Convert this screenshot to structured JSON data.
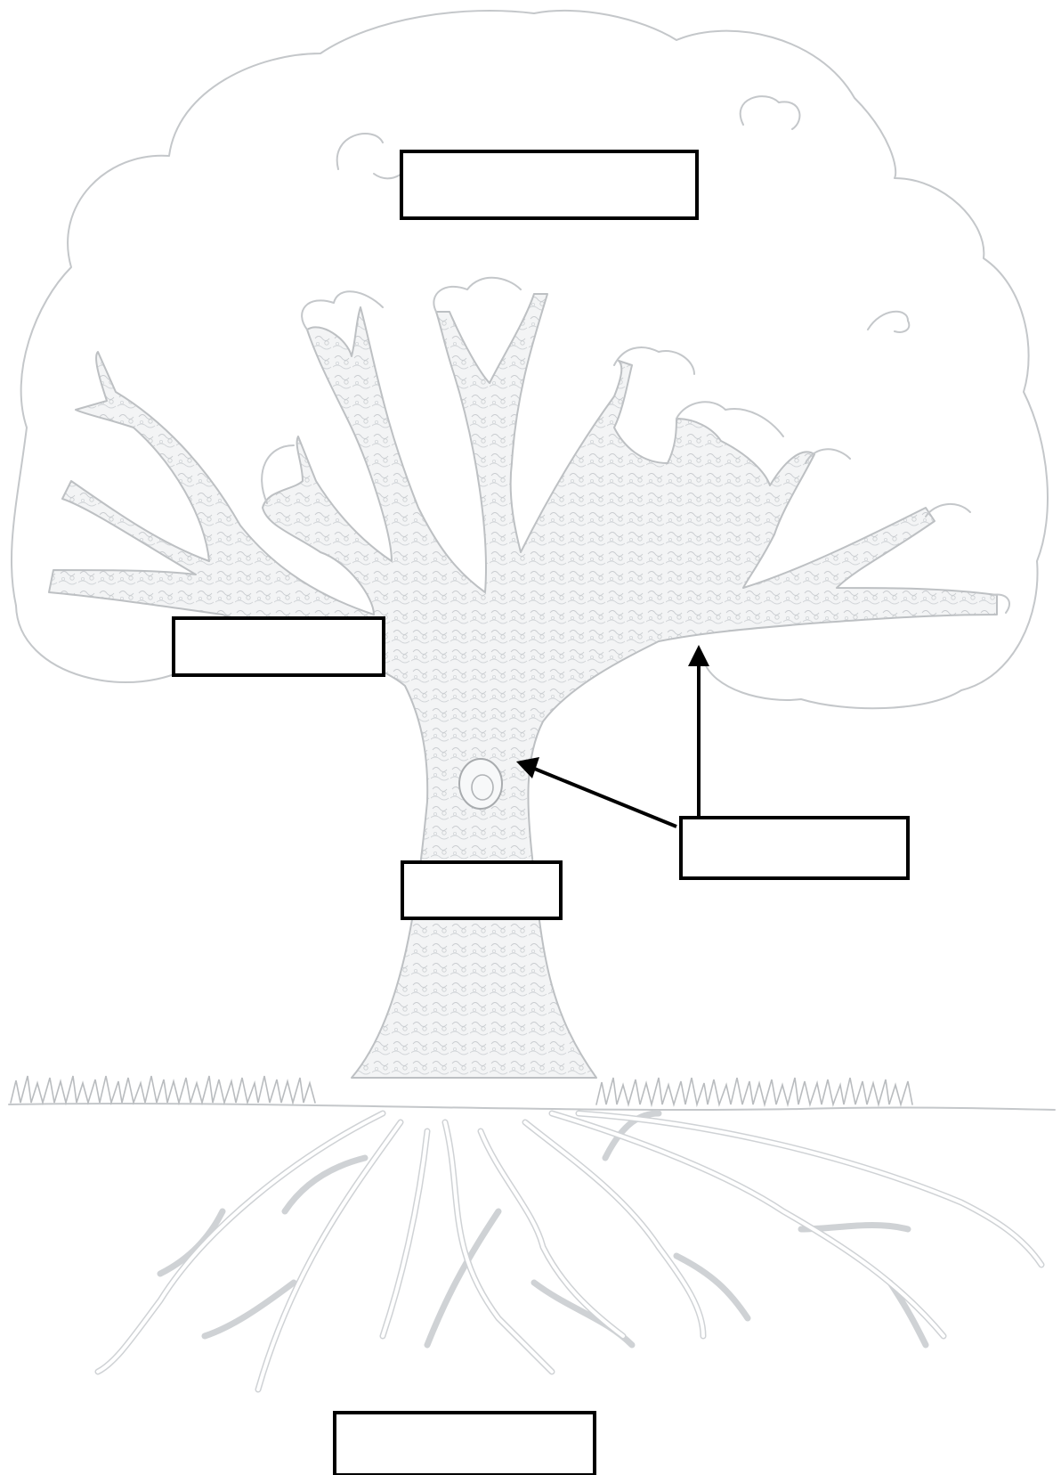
{
  "diagram": {
    "labels": [
      {
        "id": "crown",
        "text": ""
      },
      {
        "id": "branch",
        "text": ""
      },
      {
        "id": "trunk",
        "text": ""
      },
      {
        "id": "bark",
        "text": ""
      },
      {
        "id": "roots",
        "text": ""
      }
    ],
    "colors": {
      "pencil": "#c4c7ca",
      "wood_fill": "#f1f2f3",
      "box_stroke": "#000000",
      "arrow": "#000000"
    }
  }
}
